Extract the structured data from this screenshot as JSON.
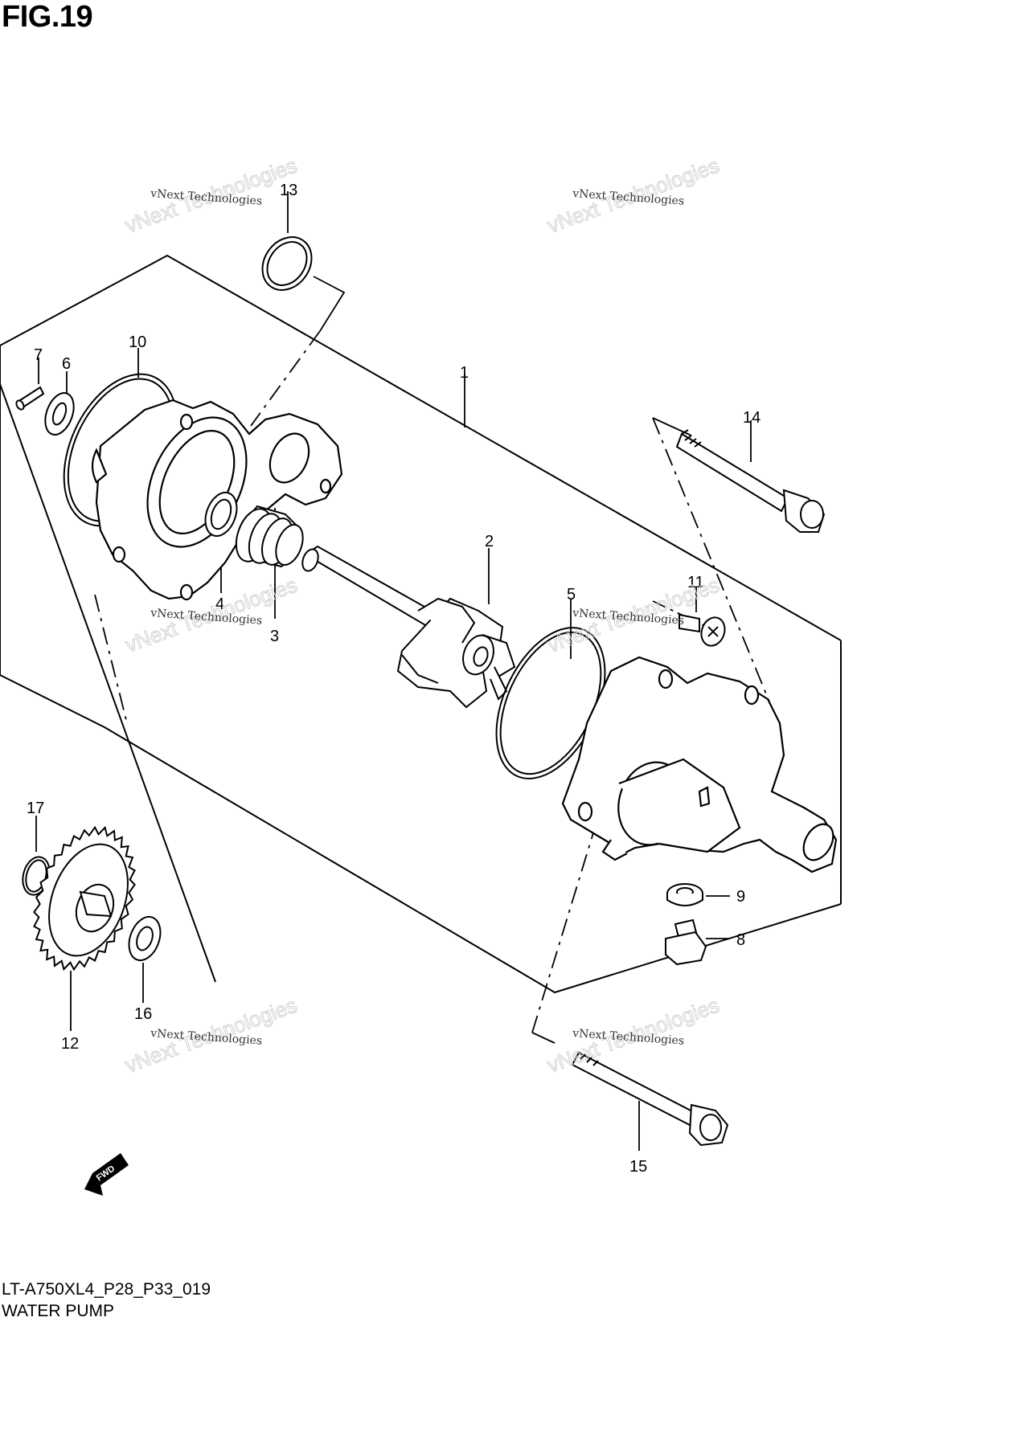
{
  "figure": {
    "title": "FIG.19",
    "code": "LT-A750XL4_P28_P33_019",
    "name": "WATER PUMP"
  },
  "callouts": [
    "1",
    "2",
    "3",
    "4",
    "5",
    "6",
    "7",
    "8",
    "9",
    "10",
    "11",
    "12",
    "13",
    "14",
    "15",
    "16",
    "17"
  ],
  "watermark": {
    "line1": "vNext Technologies",
    "line2": "vNext Technologies"
  },
  "fwd_arrow": {
    "label": "FWD"
  }
}
